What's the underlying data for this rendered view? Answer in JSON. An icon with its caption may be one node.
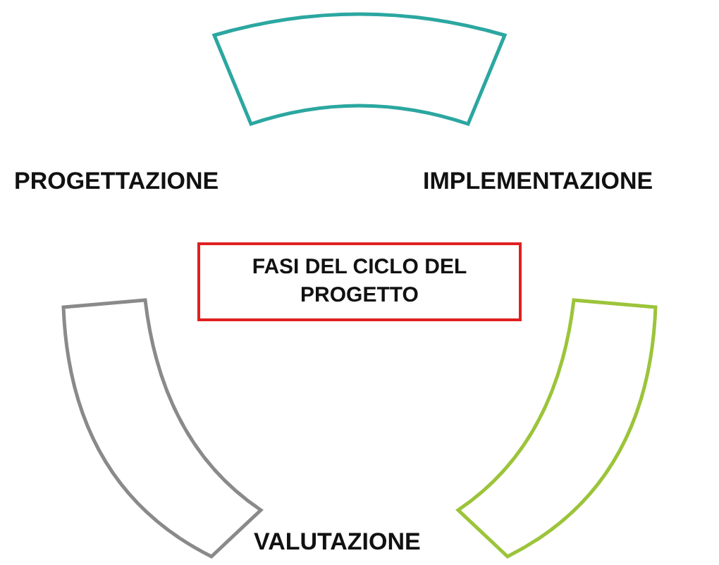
{
  "diagram": {
    "nodes": [
      {
        "text": [],
        "shape": "arc"
      },
      {
        "text": [
          "FASI DEL CICLO DEL PROGETTO"
        ]
      },
      {
        "text": [],
        "shape": "arc"
      },
      {
        "text": [],
        "shape": "arc"
      }
    ],
    "labels": [
      "PROGETTAZIONE",
      "IMPLEMENTAZIONE",
      "VALUTAZIONE"
    ]
  }
}
